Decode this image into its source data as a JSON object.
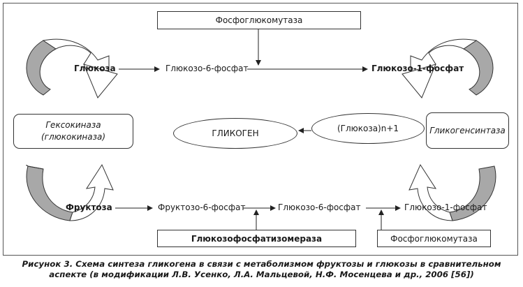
{
  "diagram": {
    "enzymes": {
      "top": "Фосфоглюкомутаза",
      "left_line1": "Гексокиназа",
      "left_line2": "(глюкокиназа)",
      "right": "Гликогенсинтаза",
      "bottom_middle": "Глюкозофосфатизомераза",
      "bottom_right": "Фосфоглюкомутаза"
    },
    "metabolites": {
      "glucose": "Глюкоза",
      "glucose6p": "Глюкозо-6-фосфат",
      "glucose1p": "Глюкозо-1-фосфат",
      "glycogen": "ГЛИКОГЕН",
      "glucose_n1": "(Глюкоза)n+1",
      "fructose": "Фруктоза",
      "fructose6p": "Фруктозо-6-фосфат",
      "glucose6p_bottom": "Глюкозо-6-фосфат",
      "glucose1p_bottom": "Глюкозо-1-фосфат"
    }
  },
  "caption": {
    "line1": "Рисунок 3. Схема синтеза гликогена в связи с метаболизмом фруктозы и глюкозы в сравнительном",
    "line2": "аспекте (в модификации Л.В. Усенко, Л.А. Мальцевой, Н.Ф. Мосенцева и др., 2006 [56])"
  }
}
